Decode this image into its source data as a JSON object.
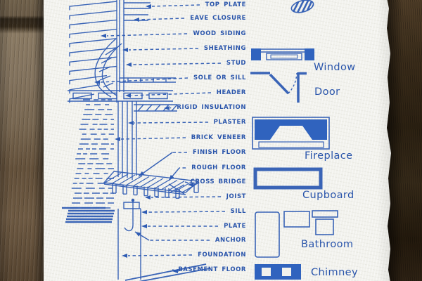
{
  "colors": {
    "ink": "#2f5cb3",
    "ink_fill": "#3063be",
    "paper": "#f2f2ed"
  },
  "diagram": {
    "parts": [
      {
        "label": "TOP PLATE"
      },
      {
        "label": "EAVE CLOSURE"
      },
      {
        "label": "WOOD SIDING"
      },
      {
        "label": "SHEATHING"
      },
      {
        "label": "STUD"
      },
      {
        "label": "SOLE OR SILL"
      },
      {
        "label": "HEADER"
      },
      {
        "label": "RIGID INSULATION"
      },
      {
        "label": "PLASTER"
      },
      {
        "label": "BRICK VENEER"
      },
      {
        "label": "FINISH FLOOR"
      },
      {
        "label": "ROUGH FLOOR"
      },
      {
        "label": "CROSS BRIDGE"
      },
      {
        "label": "JOIST"
      },
      {
        "label": "SILL"
      },
      {
        "label": "PLATE"
      },
      {
        "label": "ANCHOR"
      },
      {
        "label": "FOUNDATION"
      },
      {
        "label": "BASEMENT FLOOR"
      }
    ]
  },
  "legend": {
    "items": [
      {
        "label": "Window"
      },
      {
        "label": "Door"
      },
      {
        "label": "Fireplace"
      },
      {
        "label": "Cupboard"
      },
      {
        "label": "Bathroom"
      },
      {
        "label": "Chimney"
      }
    ]
  }
}
